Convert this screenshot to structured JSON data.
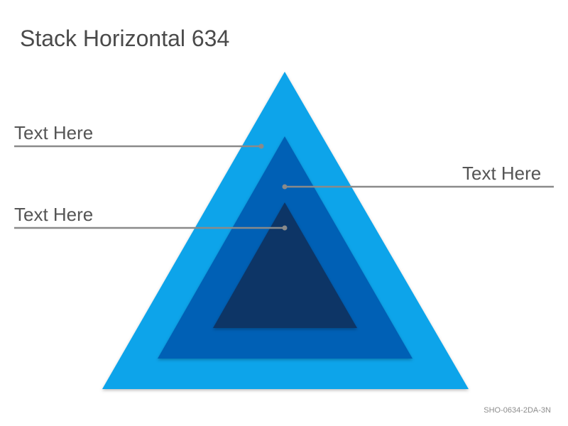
{
  "title": "Stack Horizontal 634",
  "callouts": {
    "upper_left": "Text Here",
    "right": "Text Here",
    "lower_left": "Text Here"
  },
  "footer_code": "SHO-0634-2DA-3N",
  "colors": {
    "outer_layer": "#0aa4ea",
    "middle_layer": "#0660b5",
    "inner_layer": "#0b3566",
    "leader_line": "#8a8a8a",
    "text": "#555555"
  }
}
